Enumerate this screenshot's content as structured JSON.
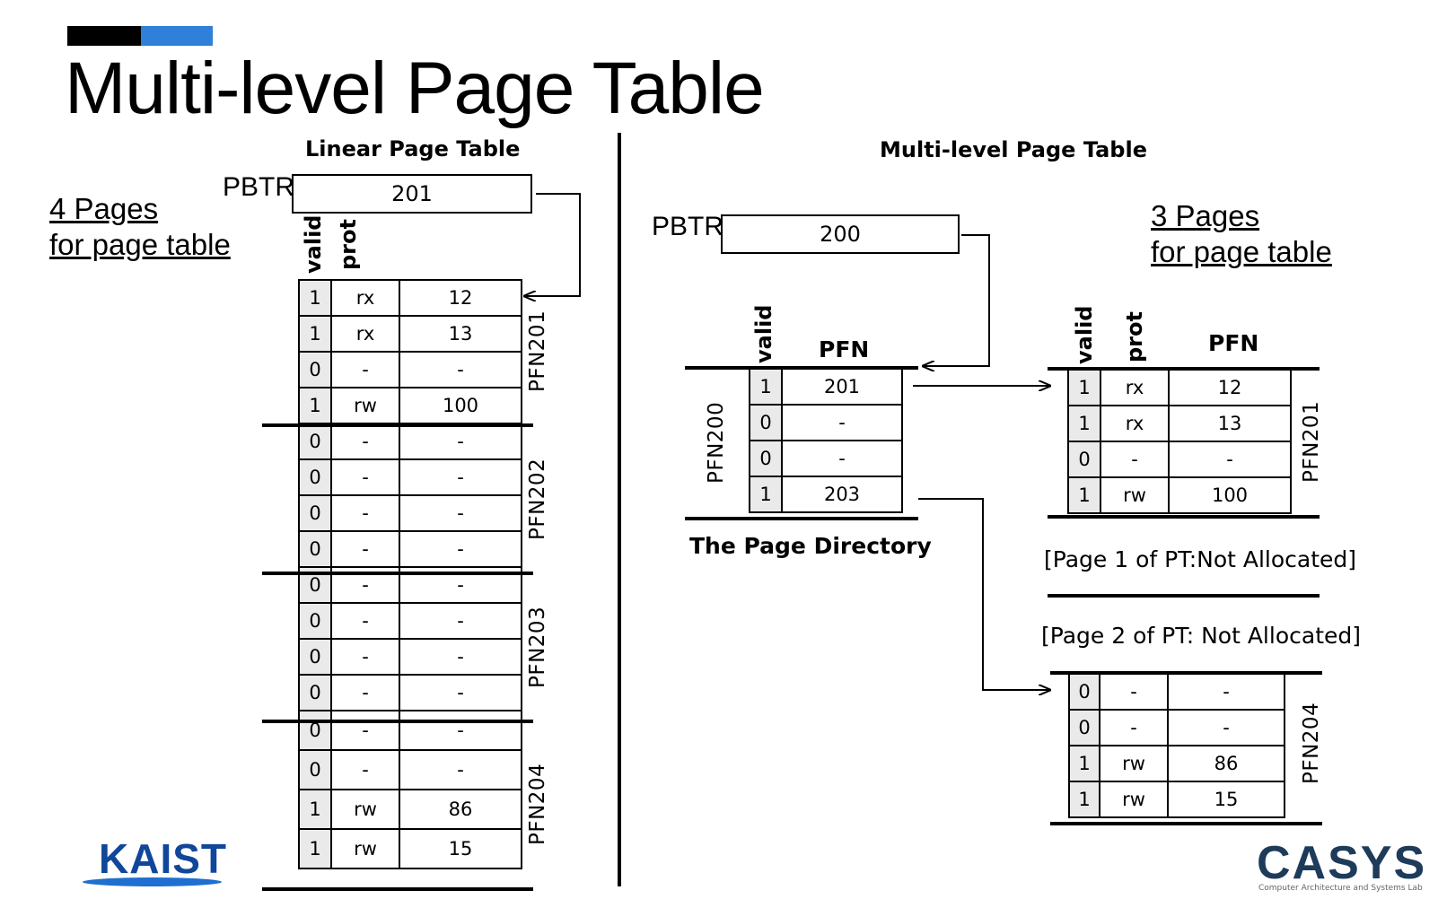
{
  "slide": {
    "title": "Multi-level Page Table"
  },
  "left": {
    "heading": "Linear Page Table",
    "note_line1": "4 Pages",
    "note_line2": "for page table",
    "pbtr_label": "PBTR",
    "pbtr_value": "201",
    "header_valid": "valid",
    "header_prot": "prot",
    "groups": [
      {
        "label": "PFN201",
        "rows": [
          [
            "1",
            "rx",
            "12"
          ],
          [
            "1",
            "rx",
            "13"
          ],
          [
            "0",
            "-",
            "-"
          ],
          [
            "1",
            "rw",
            "100"
          ]
        ]
      },
      {
        "label": "PFN202",
        "rows": [
          [
            "0",
            "-",
            "-"
          ],
          [
            "0",
            "-",
            "-"
          ],
          [
            "0",
            "-",
            "-"
          ],
          [
            "0",
            "-",
            "-"
          ]
        ]
      },
      {
        "label": "PFN203",
        "rows": [
          [
            "0",
            "-",
            "-"
          ],
          [
            "0",
            "-",
            "-"
          ],
          [
            "0",
            "-",
            "-"
          ],
          [
            "0",
            "-",
            "-"
          ]
        ]
      },
      {
        "label": "PFN204",
        "rows": [
          [
            "0",
            "-",
            "-"
          ],
          [
            "0",
            "-",
            "-"
          ],
          [
            "1",
            "rw",
            "86"
          ],
          [
            "1",
            "rw",
            "15"
          ]
        ]
      }
    ]
  },
  "right": {
    "heading": "Multi-level Page Table",
    "note_line1": "3 Pages",
    "note_line2": "for page table",
    "pbtr_label": "PBTR",
    "pbtr_value": "200",
    "directory": {
      "header_valid": "valid",
      "header_pfn": "PFN",
      "label": "PFN200",
      "caption": "The Page Directory",
      "rows": [
        [
          "1",
          "201"
        ],
        [
          "0",
          "-"
        ],
        [
          "0",
          "-"
        ],
        [
          "1",
          "203"
        ]
      ]
    },
    "pt_page0": {
      "header_valid": "valid",
      "header_prot": "prot",
      "header_pfn": "PFN",
      "label": "PFN201",
      "rows": [
        [
          "1",
          "rx",
          "12"
        ],
        [
          "1",
          "rx",
          "13"
        ],
        [
          "0",
          "-",
          "-"
        ],
        [
          "1",
          "rw",
          "100"
        ]
      ]
    },
    "not_alloc_1": "[Page 1 of PT:Not Allocated]",
    "not_alloc_2": "[Page 2 of PT: Not Allocated]",
    "pt_page3": {
      "label": "PFN204",
      "rows": [
        [
          "0",
          "-",
          "-"
        ],
        [
          "0",
          "-",
          "-"
        ],
        [
          "1",
          "rw",
          "86"
        ],
        [
          "1",
          "rw",
          "15"
        ]
      ]
    }
  },
  "logos": {
    "kaist": "KAIST",
    "casys": "CASYS",
    "casys_sub": "Computer Architecture and Systems Lab"
  },
  "colors": {
    "accent_blue": "#2f80d9",
    "kaist_blue": "#10479a",
    "casys_navy": "#1e3b5a",
    "valid_cell_gray": "#eaeaea"
  }
}
